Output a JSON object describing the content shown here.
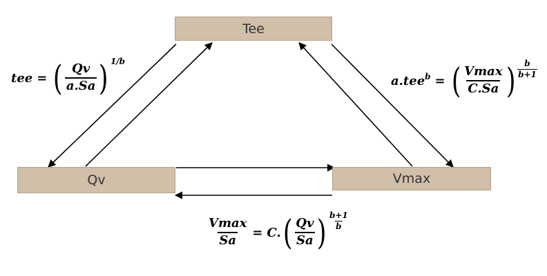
{
  "nodes": {
    "tee": "Tee",
    "qv": "Qv",
    "vmax": "Vmax"
  },
  "formula_left": {
    "lhs": "tee",
    "equals": "=",
    "numerator": "Qv",
    "denominator": "a.Sa",
    "exponent": "1/b"
  },
  "formula_right": {
    "lhs_base": "a.tee",
    "lhs_exponent": "b",
    "equals": "=",
    "numerator": "Vmax",
    "denominator": "C.Sa",
    "exponent_numerator": "b",
    "exponent_denominator": "b+1"
  },
  "formula_bottom": {
    "lhs_numerator": "Vmax",
    "lhs_denominator": "Sa",
    "equals": "=",
    "coefficient": "C.",
    "numerator": "Qv",
    "denominator": "Sa",
    "exponent_numerator": "b+1",
    "exponent_denominator": "b"
  },
  "colors": {
    "node_fill": "#d0bfa9",
    "node_border": "#b89f80",
    "node_text": "#333333",
    "arrow": "#000000"
  },
  "arrows": [
    {
      "from": "Tee",
      "to": "Qv"
    },
    {
      "from": "Qv",
      "to": "Tee"
    },
    {
      "from": "Vmax",
      "to": "Tee"
    },
    {
      "from": "Tee",
      "to": "Vmax"
    },
    {
      "from": "Qv",
      "to": "Vmax"
    },
    {
      "from": "Vmax",
      "to": "Qv"
    }
  ]
}
